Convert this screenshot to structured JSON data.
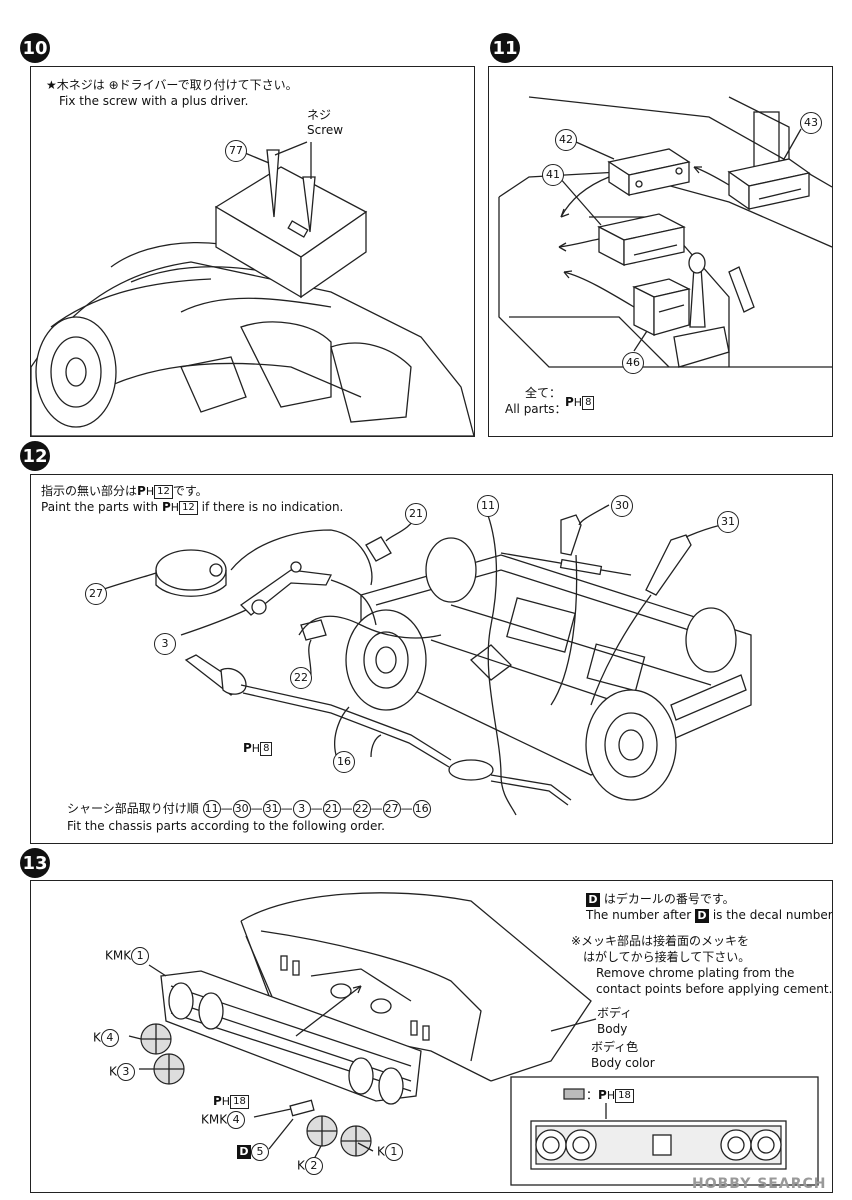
{
  "steps": {
    "s10": {
      "badge": "10",
      "note_jp": "★木ネジは ⊕ドライバーで取り付けて下さい。",
      "note_en": "Fix the screw with a plus driver.",
      "screw_jp": "ネジ",
      "screw_en": "Screw",
      "part": "77"
    },
    "s11": {
      "badge": "11",
      "parts": [
        "42",
        "43",
        "41",
        "46"
      ],
      "all_jp": "全て：",
      "all_en": "All parts：",
      "paint": "H",
      "paint_num": "8"
    },
    "s12": {
      "badge": "12",
      "note_jp_pre": "指示の無い部分は",
      "note_jp_num": "12",
      "note_jp_post": "です。",
      "note_en_pre": "Paint the parts with",
      "note_en_num": "12",
      "note_en_post": "if there is no indication.",
      "parts": [
        "21",
        "11",
        "30",
        "31",
        "27",
        "3",
        "22",
        "16"
      ],
      "exhaust_paint_num": "8",
      "order_jp": "シャーシ部品取り付け順",
      "order": [
        "11",
        "30",
        "31",
        "3",
        "21",
        "22",
        "27",
        "16"
      ],
      "order_en": "Fit the chassis parts according to the following order."
    },
    "s13": {
      "badge": "13",
      "decal_jp": "はデカールの番号です。",
      "decal_en_pre": "The number after",
      "decal_en_post": "is the decal number.",
      "chrome_jp1": "※メッキ部品は接着面のメッキを",
      "chrome_jp2": "はがしてから接着して下さい。",
      "chrome_en1": "Remove chrome plating from the",
      "chrome_en2": "contact points before applying cement.",
      "body_jp": "ボディ",
      "body_en": "Body",
      "bodycolor_jp": "ボディ色",
      "bodycolor_en": "Body color",
      "label_kmk1_pre": "KMK",
      "label_kmk1_num": "1",
      "label_k4_pre": "K",
      "label_k4_num": "4",
      "label_k3_pre": "K",
      "label_k3_num": "3",
      "label_ph18": "18",
      "label_kmk4_pre": "KMK",
      "label_kmk4_num": "4",
      "label_d5_num": "5",
      "label_k2_pre": "K",
      "label_k2_num": "2",
      "label_k1_pre": "K",
      "label_k1_num": "1",
      "inset_paint_num": "18",
      "d_letter": "D"
    }
  },
  "watermark": "HOBBY SEARCH"
}
